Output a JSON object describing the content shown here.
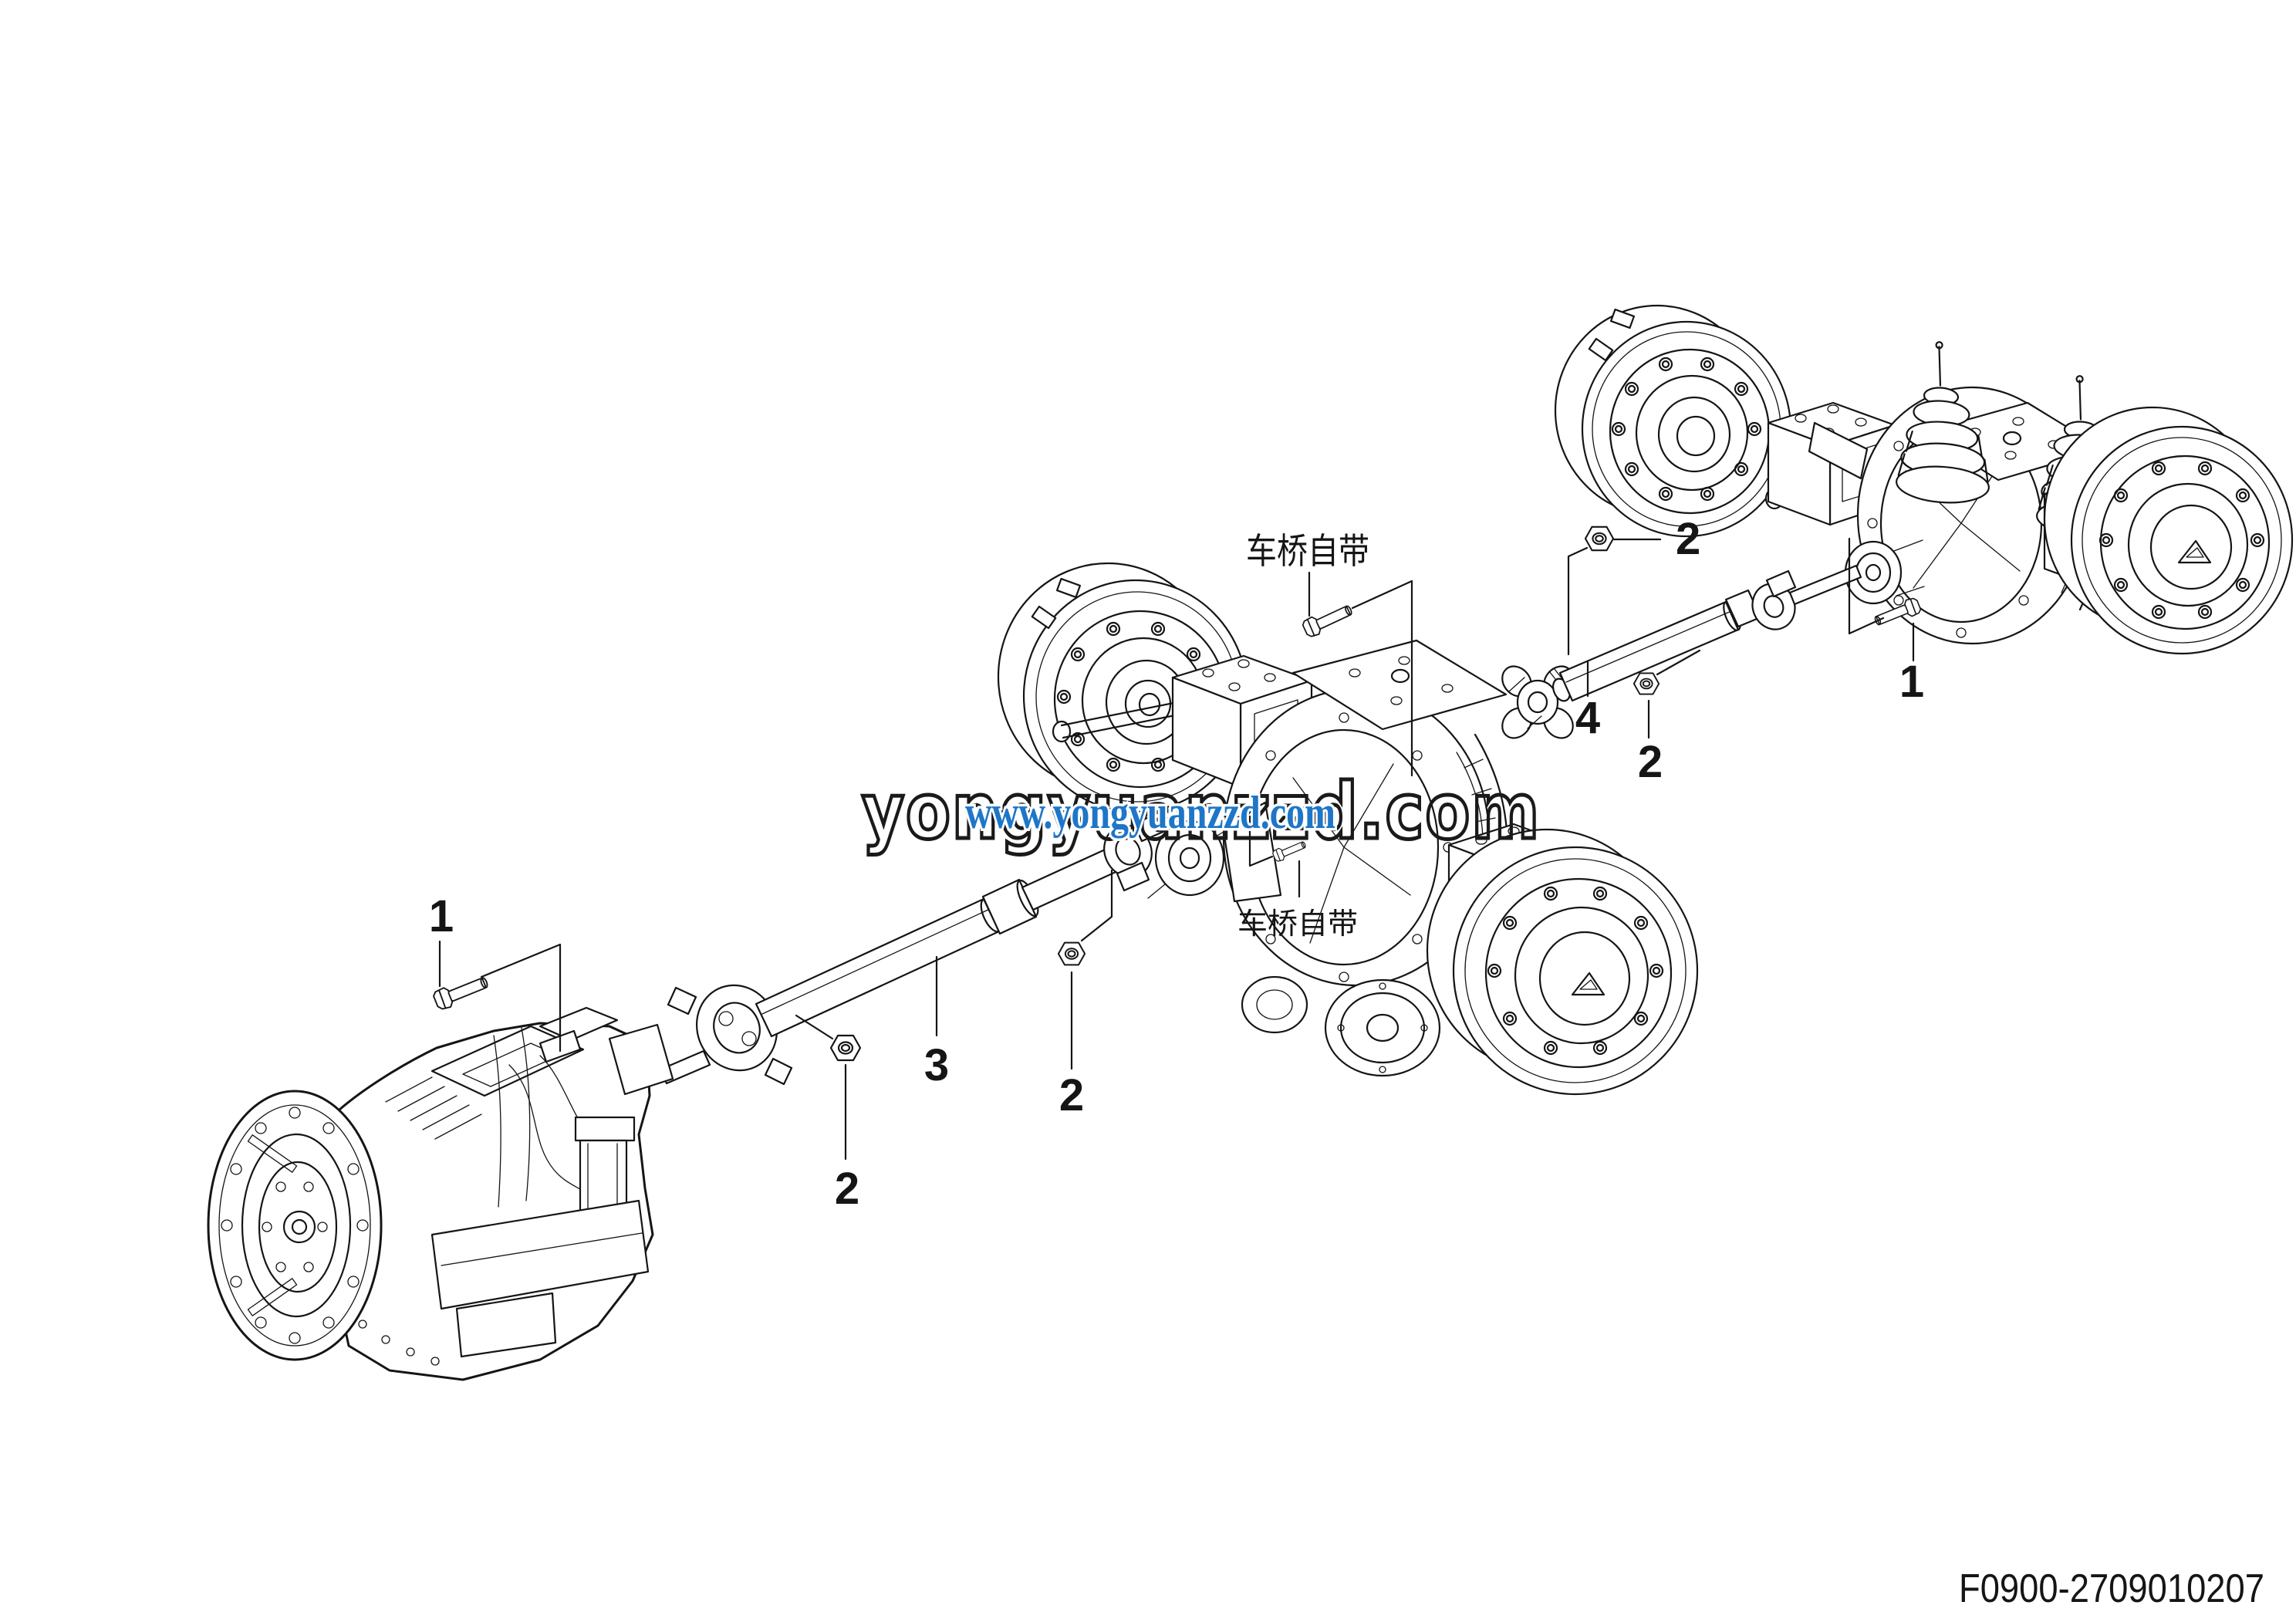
{
  "diagram": {
    "drawing_number": "F0900-2709010207",
    "axle_note": "车桥自带",
    "callouts": {
      "bolt_left": "1",
      "nut_front_a": "2",
      "front_driveshaft": "3",
      "nut_front_b": "2",
      "nut_rear_a": "2",
      "rear_driveshaft": "4",
      "nut_rear_b": "2",
      "bolt_right": "1"
    },
    "watermark": {
      "brand_text": "yongyuanzzd.com",
      "url_text": "www.yongyuanzzd.com",
      "url_color": "#1E76C8"
    },
    "icons": {
      "hub_cap_logo": "triangle-logo"
    },
    "colors": {
      "line": "#151515",
      "background": "#ffffff",
      "watermark_url_blue": "#1E76C8"
    }
  }
}
